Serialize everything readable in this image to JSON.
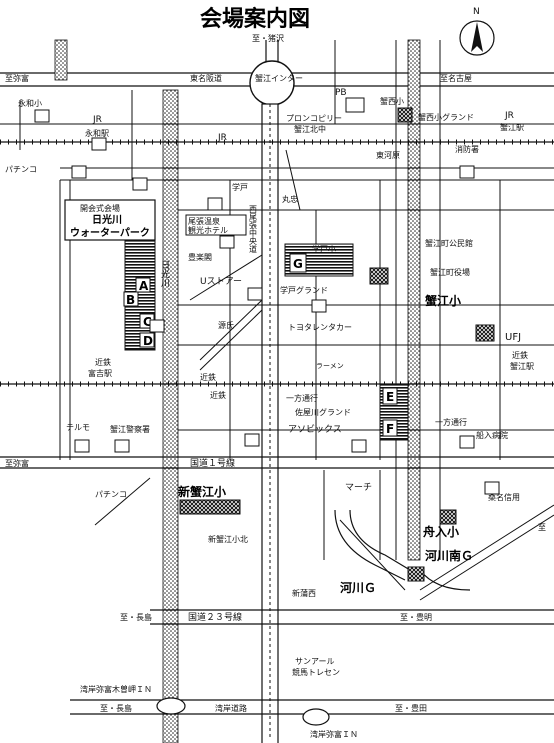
{
  "map": {
    "title": "会場案内図",
    "north": "N",
    "labels": {
      "to_shinzawa": "至・猪沢",
      "to_yatomi_top": "至弥富",
      "meimei": "東名阪道",
      "kanie_ic": "蟹江インター",
      "to_nagoya": "至名古屋",
      "eiwa_elem": "永和小",
      "jr_eiwa_line": "JR",
      "eiwa_station": "永和駅",
      "jr_kanie_line": "JR",
      "kanie_station": "蟹江駅",
      "pb": "PB",
      "kanie_nishi_elem": "蟹西小",
      "pronco": "プロンコピリー",
      "kanie_north": "蟹江北中",
      "kanie_nishi_ground": "蟹西小グランド",
      "jr_mid": "JR",
      "higashi_kawara": "東河原",
      "fire_station": "消防署",
      "pachinko_top": "パチンコ",
      "gakudo": "学戸",
      "maruchu": "丸忠",
      "venue_title": "開会式会場",
      "venue_name1": "日光川",
      "venue_name2": "ウォーターパーク",
      "nikko_river": "日光川",
      "onsen1": "尾張温泉",
      "onsen2": "観光ホテル",
      "houraikaku": "豊楽閣",
      "nishio_road1": "西尾張中央道",
      "gakudo_elem": "学戸小",
      "kanie_hall": "蟹江町公民館",
      "kanie_office": "蟹江町役場",
      "kanie_elem": "蟹江小",
      "ustore": "Uストアー",
      "gakudo_ground": "学戸グランド",
      "genji": "源氏",
      "toyota": "トヨタレンタカー",
      "ufj": "UFJ",
      "kintetsu_station_right": "近鉄",
      "kanie_right": "蟹江駅",
      "kintetsu_left": "近鉄",
      "tomiyoshi": "富吉駅",
      "kintetsu_mid": "近鉄",
      "kinki_rail": "近鉄",
      "ramen": "ラーメン",
      "ippou1": "一方通行",
      "ippou2": "一方通行",
      "sakumagawa": "佐屋川グランド",
      "aso": "アソビックス",
      "funairi_hosp": "船入病院",
      "terumo": "テルモ",
      "kanie_police": "蟹江警察署",
      "to_yatomi_mid": "至弥富",
      "route1": "国道１号線",
      "pachinko_bot": "パチンコ",
      "shin_kanie": "新蟹江小",
      "shin_kanie_north": "新蟹江小北",
      "march": "マーチ",
      "kuwana": "桑名信用",
      "funairi_elem": "舟入小",
      "kawana_s_g": "河川南Ｇ",
      "kawana_g": "河川Ｇ",
      "shinbo_west": "新蒲西",
      "to_nagashima1": "至・長島",
      "route23": "国道２３号線",
      "to_toyoake": "至・豊明",
      "sunar1": "サンアール",
      "sunar2": "競馬トレセン",
      "yatomi_kisozaki": "湾岸弥富木曽岬ＩＮ",
      "to_nagashima2": "至・長島",
      "wangan_road": "湾岸道路",
      "to_toyota": "至・豊田",
      "yatomi_in": "湾岸弥富ＩＮ",
      "field_a": "A",
      "field_b": "B",
      "field_c": "C",
      "field_d": "D",
      "field_e": "E",
      "field_f": "F",
      "field_g": "G",
      "zhi": "至"
    }
  }
}
